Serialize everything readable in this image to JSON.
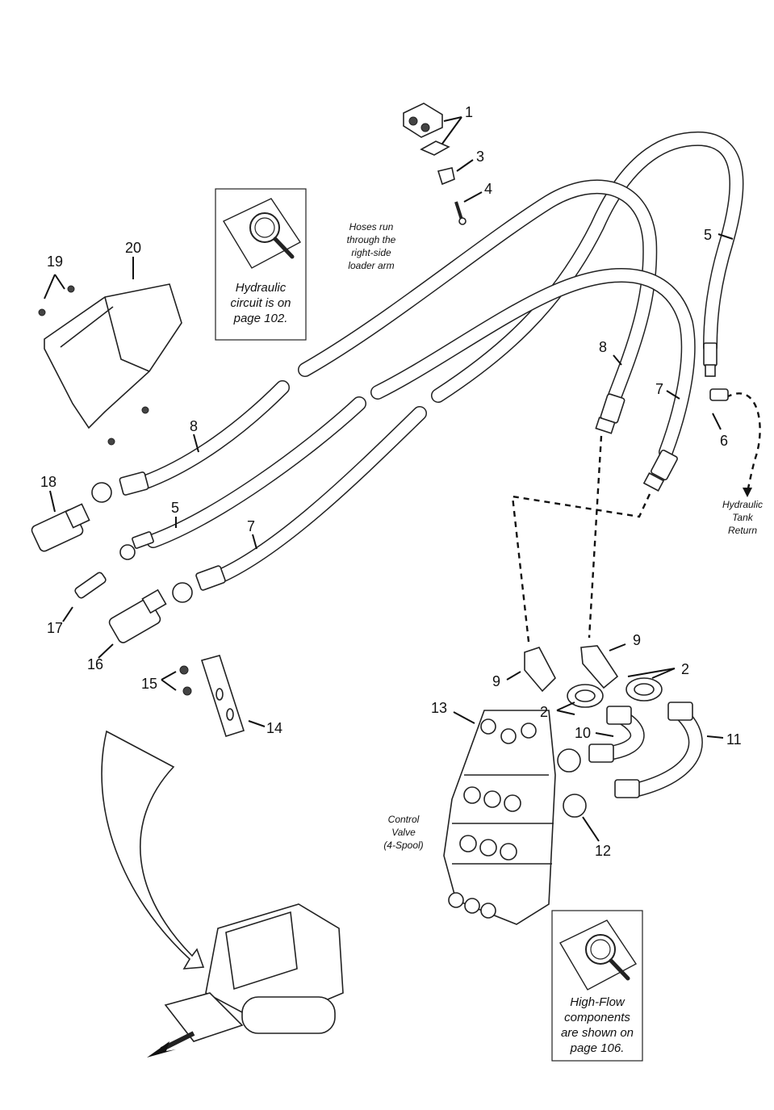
{
  "callouts": {
    "hydraulic_circuit": [
      "Hydraulic",
      "circuit is on",
      "page 102."
    ],
    "high_flow": [
      "High-Flow",
      "components",
      "are shown on",
      "page 106."
    ]
  },
  "notes": {
    "hoses_run": [
      "Hoses run",
      "through the",
      "right-side",
      "loader arm"
    ],
    "tank_return": [
      "Hydraulic",
      "Tank",
      "Return"
    ],
    "control_valve": [
      "Control",
      "Valve",
      "(4-Spool)"
    ]
  },
  "labels": {
    "n1": "1",
    "n2a": "2",
    "n2b": "2",
    "n3": "3",
    "n4": "4",
    "n5a": "5",
    "n5b": "5",
    "n6": "6",
    "n7a": "7",
    "n7b": "7",
    "n8a": "8",
    "n8b": "8",
    "n9a": "9",
    "n9b": "9",
    "n10": "10",
    "n11": "11",
    "n12": "12",
    "n13": "13",
    "n14": "14",
    "n15": "15",
    "n16": "16",
    "n17": "17",
    "n18": "18",
    "n19": "19",
    "n20": "20"
  }
}
